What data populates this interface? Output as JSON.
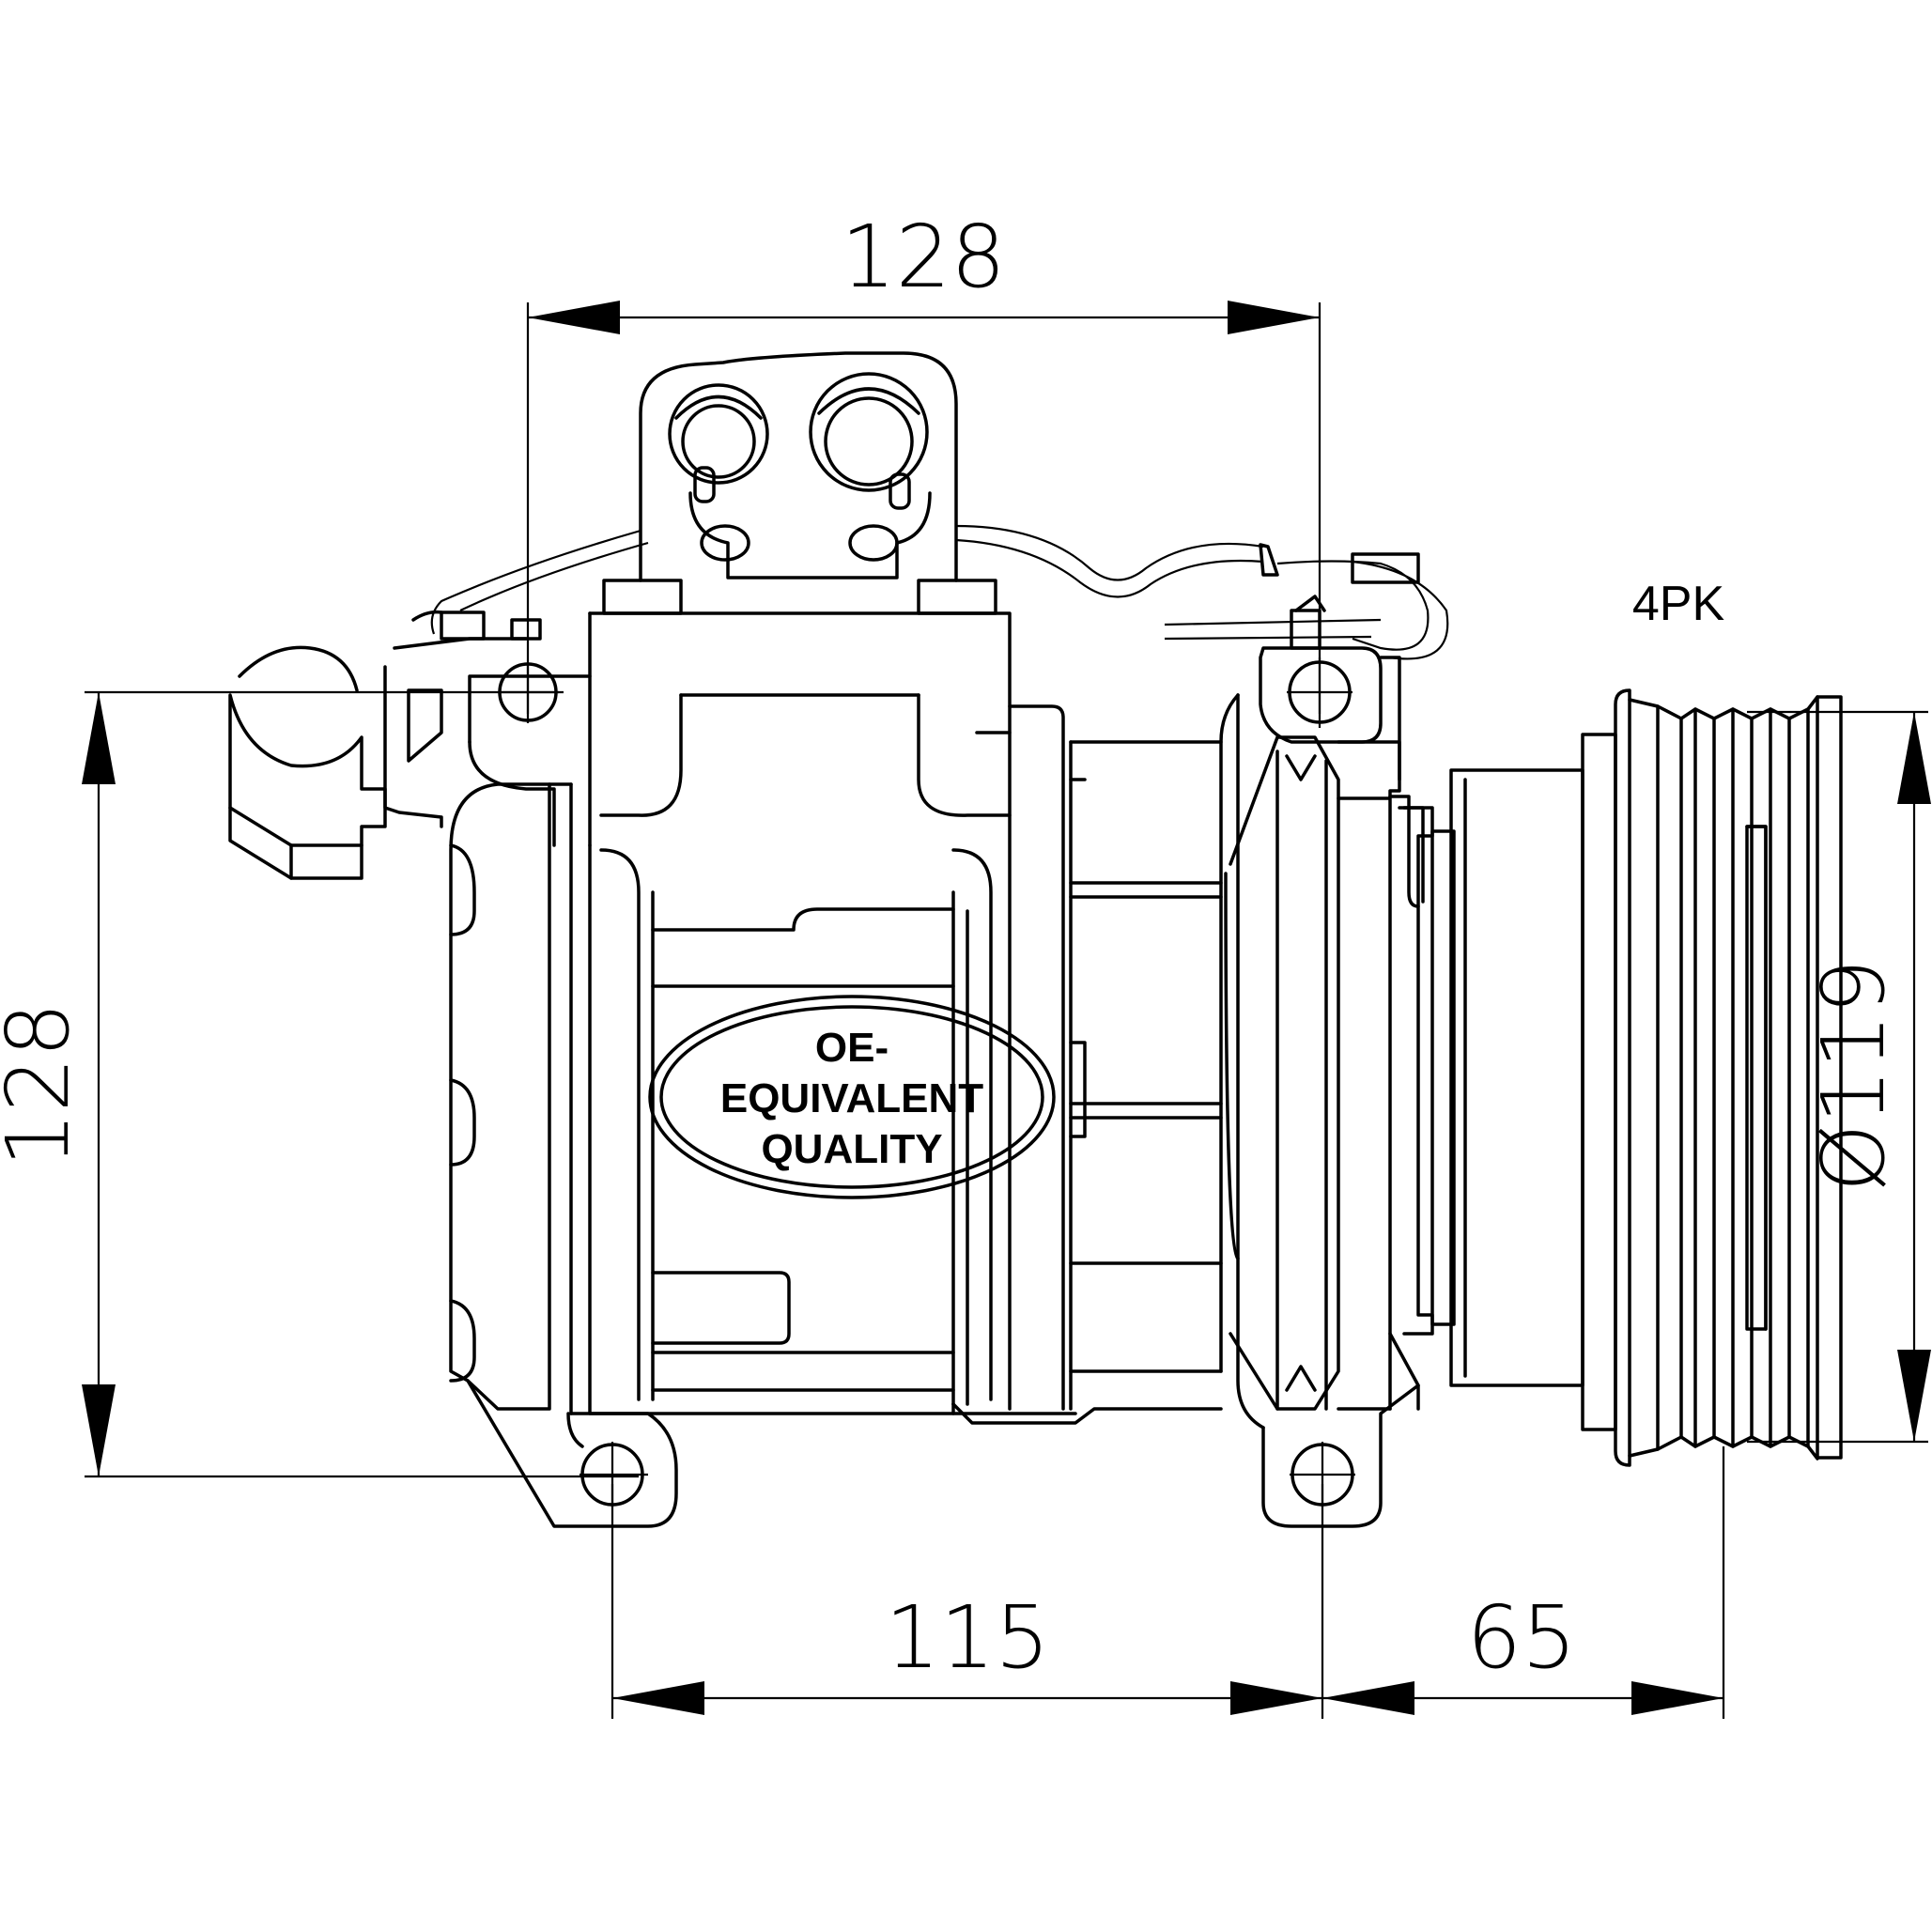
{
  "dimensions": {
    "top_width": "128",
    "left_height": "128",
    "bottom_mount_spacing": "115",
    "bottom_pulley_offset": "65",
    "pulley_diameter": "Ø119"
  },
  "pulley_type": "4PK",
  "badge": {
    "line1": "OE-",
    "line2": "EQUIVALENT",
    "line3": "QUALITY"
  }
}
